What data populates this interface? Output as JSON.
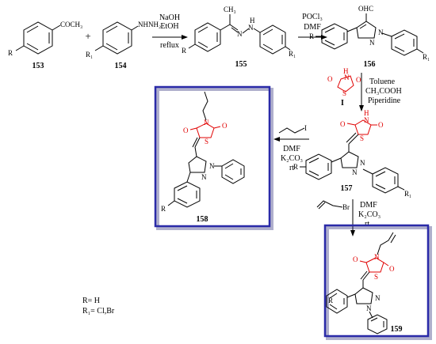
{
  "compounds": {
    "c153": {
      "number": "153",
      "substituent": "COCH₃",
      "ring_sub": "R"
    },
    "c154": {
      "number": "154",
      "substituent": "NHNH₂",
      "ring_sub": "R₁"
    },
    "c155": {
      "number": "155",
      "methyl": "CH₃",
      "n1": "N",
      "n2": "N",
      "nh": "H",
      "ring_sub_left": "R",
      "ring_sub_right": "R₁"
    },
    "c156": {
      "number": "156",
      "aldehyde": "OHC",
      "n_a": "N",
      "n_b": "N",
      "ring_sub_left": "R",
      "ring_sub_right": "R₁"
    },
    "c157": {
      "number": "157",
      "nh": "H",
      "n": "N",
      "o1": "O",
      "o2": "O",
      "s": "S",
      "pyr_n_a": "N",
      "pyr_n_b": "N",
      "ring_sub_left": "R",
      "ring_sub_right": "R₁"
    },
    "c158": {
      "number": "158",
      "n": "N",
      "o1": "O",
      "o2": "O",
      "s": "S",
      "pyr_n_a": "N",
      "pyr_n_b": "N",
      "ring_sub": "R"
    },
    "c159": {
      "number": "159",
      "n": "N",
      "o1": "O",
      "o2": "O",
      "s": "S",
      "pyr_n_a": "N",
      "pyr_n_b": "N",
      "ring_sub": "R"
    },
    "tzd": {
      "label": "I",
      "nh": "H",
      "n": "N",
      "o1": "O",
      "o2": "O",
      "s": "S"
    }
  },
  "plus_sign": "+",
  "reagents": {
    "step1": [
      "NaOH",
      "EtOH",
      "reflux"
    ],
    "step2": [
      "POCl₃",
      "DMF"
    ],
    "step3": [
      "Toluene",
      "CH₃COOH",
      "Piperidine"
    ],
    "step4": [
      "DMF",
      "K₂CO₃",
      "rt"
    ],
    "step4_reagent_atom": "I",
    "step5": [
      "DMF",
      "K₂CO₃",
      "rt"
    ],
    "step5_reagent_atom": "Br"
  },
  "legend": {
    "line1": "R= H",
    "line2": "R₁= Cl,Br"
  },
  "colors": {
    "highlight": "#e00000",
    "frame": "#2a2aa8",
    "ink": "#000000"
  }
}
